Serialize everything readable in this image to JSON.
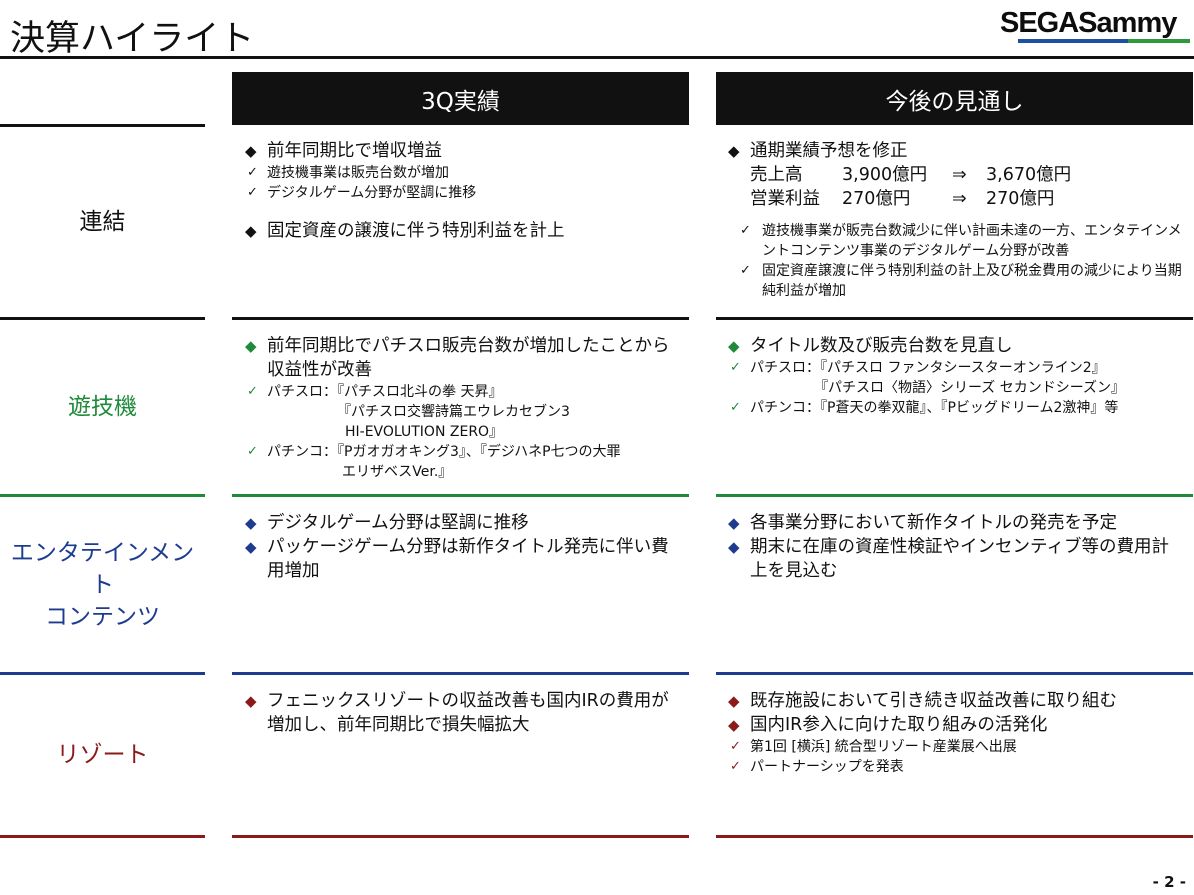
{
  "header": {
    "title": "決算ハイライト",
    "logo_text": "SEGASammy"
  },
  "columns": {
    "results": "3Q実績",
    "outlook": "今後の見通し"
  },
  "colors": {
    "consolidated": "#111111",
    "amusement": "#1e8a3a",
    "entertainment": "#1d3c8f",
    "resort": "#8b1a1a"
  },
  "rows": {
    "consolidated": {
      "label": "連結",
      "results": {
        "b1": "前年同期比で増収増益",
        "c1": "遊技機事業は販売台数が増加",
        "c2": "デジタルゲーム分野が堅調に推移",
        "b2": "固定資産の譲渡に伴う特別利益を計上"
      },
      "outlook": {
        "b1": "通期業績予想を修正",
        "f1_label": "売上高",
        "f1_from": "3,900億円",
        "f1_arrow": "⇒",
        "f1_to": "3,670億円",
        "f2_label": "営業利益",
        "f2_from": "270億円",
        "f2_arrow": "⇒",
        "f2_to": "270億円",
        "c1": "遊技機事業が販売台数減少に伴い計画未達の一方、エンタテインメントコンテンツ事業のデジタルゲーム分野が改善",
        "c2": "固定資産譲渡に伴う特別利益の計上及び税金費用の減少により当期純利益が増加"
      }
    },
    "amusement": {
      "label": "遊技機",
      "results": {
        "b1": "前年同期比でパチスロ販売台数が増加したことから収益性が改善",
        "c1_l1": "パチスロ：『パチスロ北斗の拳 天昇』",
        "c1_l2": "『パチスロ交響詩篇エウレカセブン3",
        "c1_l3": "HI-EVOLUTION ZERO』",
        "c2_l1": "パチンコ：『Pガオガオキング3』、『デジハネP七つの大罪",
        "c2_l2": "エリザベスVer.』"
      },
      "outlook": {
        "b1": "タイトル数及び販売台数を見直し",
        "c1_l1": "パチスロ：『パチスロ ファンタシースターオンライン2』",
        "c1_l2": "『パチスロ〈物語〉シリーズ セカンドシーズン』",
        "c2": "パチンコ：『P蒼天の拳双龍』、『Pビッグドリーム2激神』等"
      }
    },
    "entertainment": {
      "label_l1": "エンタテインメント",
      "label_l2": "コンテンツ",
      "results": {
        "b1": "デジタルゲーム分野は堅調に推移",
        "b2": "パッケージゲーム分野は新作タイトル発売に伴い費用増加"
      },
      "outlook": {
        "b1": "各事業分野において新作タイトルの発売を予定",
        "b2": "期末に在庫の資産性検証やインセンティブ等の費用計上を見込む"
      }
    },
    "resort": {
      "label": "リゾート",
      "results": {
        "b1": "フェニックスリゾートの収益改善も国内IRの費用が増加し、前年同期比で損失幅拡大"
      },
      "outlook": {
        "b1": "既存施設において引き続き収益改善に取り組む",
        "b2": "国内IR参入に向けた取り組みの活発化",
        "c1": "第1回 [横浜] 統合型リゾート産業展へ出展",
        "c2": "パートナーシップを発表"
      }
    }
  },
  "check_mark": "✓",
  "page_number": "- 2 -"
}
